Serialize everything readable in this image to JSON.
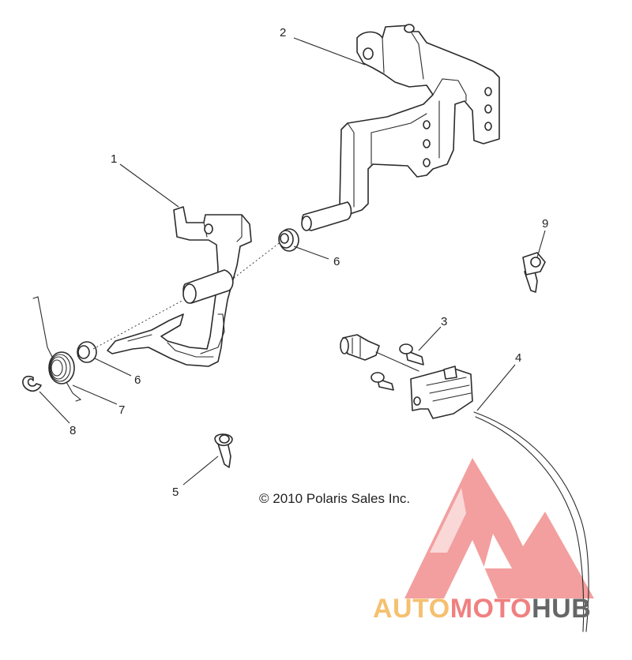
{
  "callouts": [
    {
      "n": "1"
    },
    {
      "n": "2"
    },
    {
      "n": "3"
    },
    {
      "n": "4"
    },
    {
      "n": "5"
    },
    {
      "n": "6"
    },
    {
      "n": "6"
    },
    {
      "n": "7"
    },
    {
      "n": "8"
    },
    {
      "n": "9"
    }
  ],
  "copyright": "© 2010 Polaris Sales Inc.",
  "watermark": {
    "part1": "AUTO",
    "part2": "MOTO",
    "part3": "HUB",
    "color1": "#f5c070",
    "color2": "#f08080",
    "color3": "#666666",
    "logo_color": "#f08080"
  }
}
